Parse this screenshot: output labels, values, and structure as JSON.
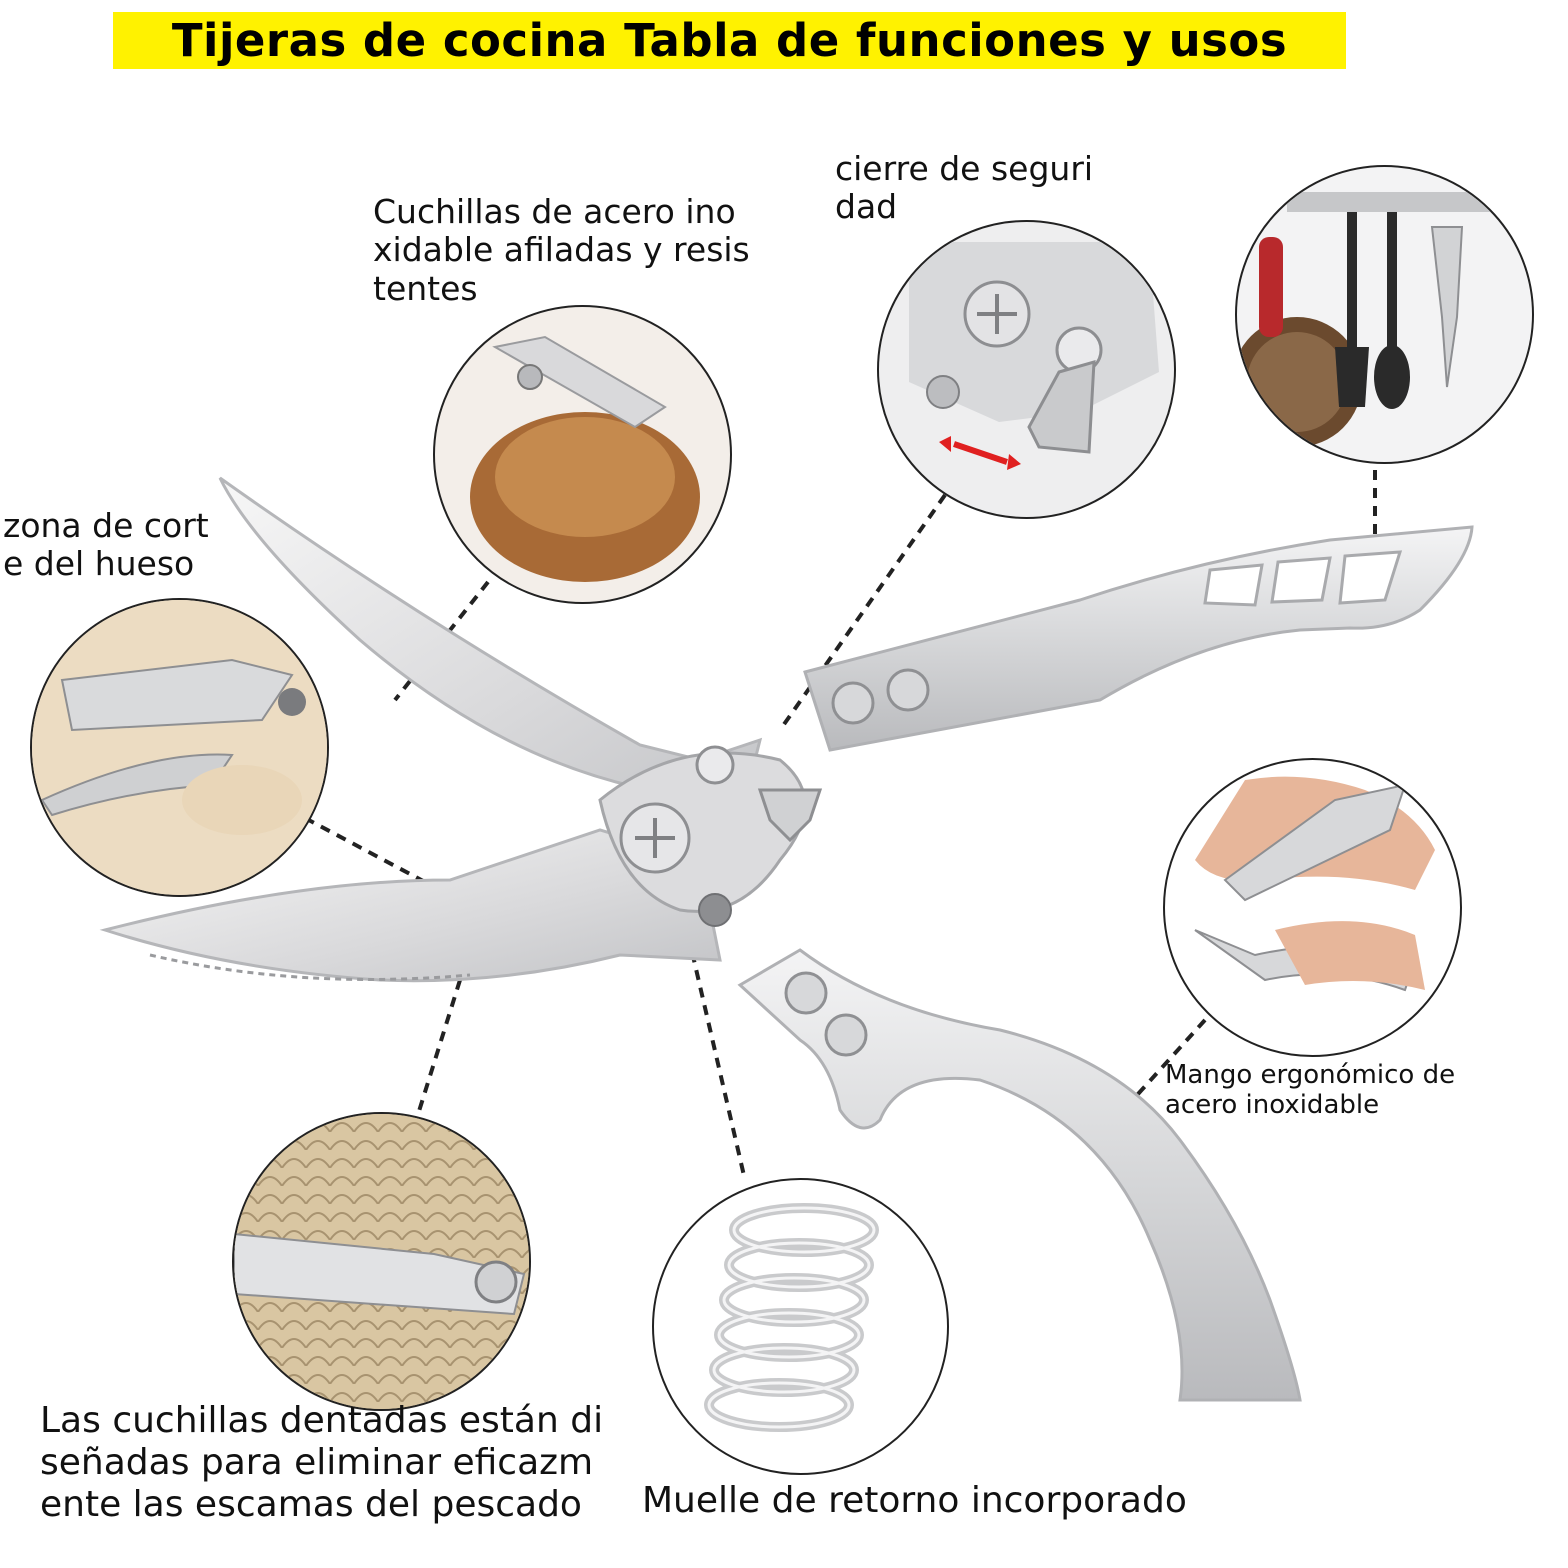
{
  "title": "Tijeras de cocina Tabla de funciones y usos",
  "labels": {
    "blades": "Cuchillas de acero ino\nxidable afiladas y resis\ntentes",
    "lock": "cierre de seguri\ndad",
    "bone": "zona de cort\ne del hueso",
    "handle": "Mango ergonómico de\nacero inoxidable",
    "serrated": "Las cuchillas dentadas están di\nseñadas para eliminar eficazm\nente las escamas del pescado",
    "spring": "Muelle de retorno incorporado"
  },
  "icons": [
    "chicken-photo",
    "safety-lock-photo",
    "hanging-utensils-photo",
    "bone-cut-photo",
    "hand-grip-photo",
    "fish-scale-photo",
    "spring-icon",
    "scissors-illustration"
  ],
  "colors": {
    "title_bg": "#fff200",
    "steel": "#d9dadc",
    "lock_arrow": "#e02020"
  }
}
